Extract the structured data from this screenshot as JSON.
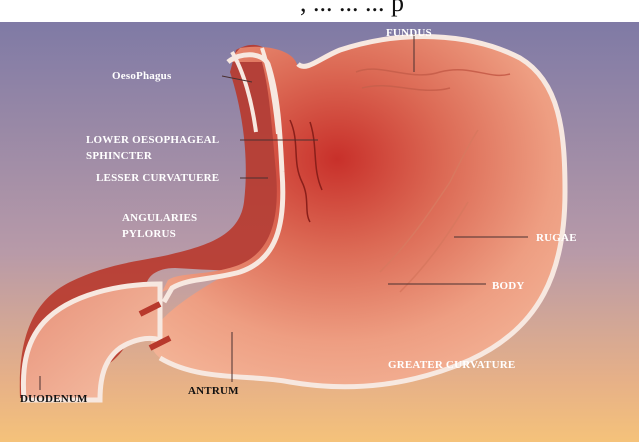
{
  "caption_fragment": ", ... ... ... p",
  "labels": {
    "fundus": "FUNDUS",
    "oesophagus": "OesoPhagus",
    "les_line1": "LOWER OESOPHAGEAL",
    "les_line2": "SPHINCTER",
    "lesser_curvature": "LESSER CURVATUERE",
    "angularis_line1": "ANGULARIES",
    "angularis_line2": "PYLORUS",
    "rugae": "RUGAE",
    "body": "BODY",
    "greater_curvature": "GREATER CURVATURE",
    "duodenum": "DUODENUM",
    "antrum": "ANTRUM"
  },
  "colors": {
    "label_light": "#ffffff",
    "label_dark": "#111111",
    "stomach_outer": "#e8a28f",
    "stomach_inner": "#cf4a3a",
    "wall": "#f5e4dc",
    "bg_top": "#8a7fa8",
    "bg_bottom": "#f0b070"
  }
}
